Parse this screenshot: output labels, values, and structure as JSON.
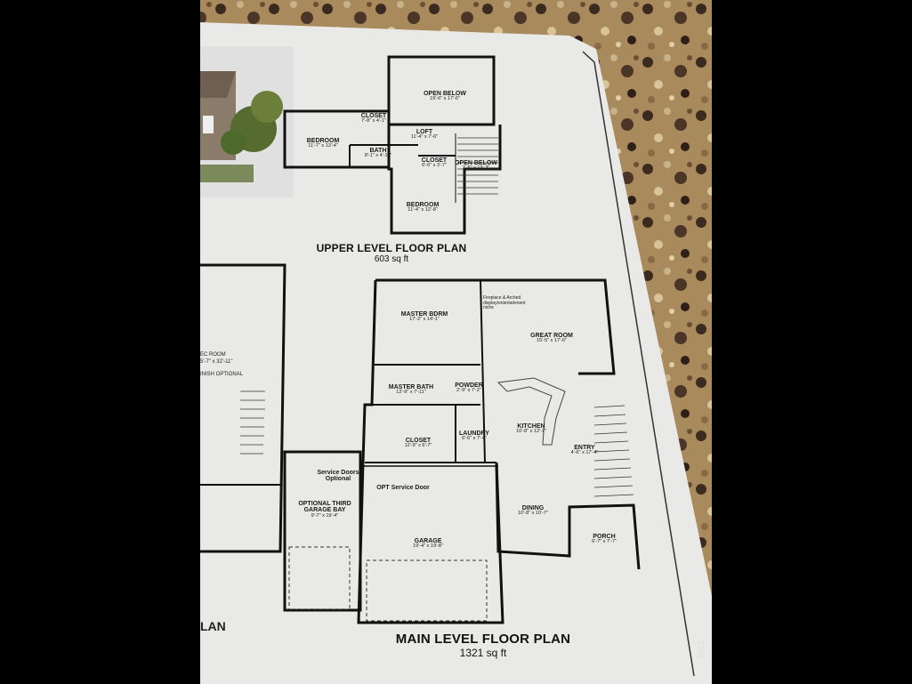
{
  "upper_plan": {
    "title": "UPPER LEVEL FLOOR PLAN",
    "sqft": "603 sq ft",
    "rooms": [
      {
        "name": "OPEN BELOW",
        "dims": "19'-6\" x 17'-6\""
      },
      {
        "name": "CLOSET",
        "dims": "7'-8\" x 4'-1\""
      },
      {
        "name": "LOFT",
        "dims": "11'-4\" x 7'-6\""
      },
      {
        "name": "BEDROOM",
        "dims": "11'-7\" x 13'-4\""
      },
      {
        "name": "BATH",
        "dims": "8'-1\" x 4'-11\""
      },
      {
        "name": "CLOSET",
        "dims": "6'-6\" x 3'-7\""
      },
      {
        "name": "OPEN BELOW",
        "dims": "7'-5\" x 13'-3\""
      },
      {
        "name": "BEDROOM",
        "dims": "11'-4\" x 12'-8\""
      }
    ]
  },
  "main_plan": {
    "title": "MAIN LEVEL FLOOR PLAN",
    "sqft": "1321 sq ft",
    "rooms": [
      {
        "name": "MASTER BDRM",
        "dims": "17'-2\" x 14'-1\""
      },
      {
        "name": "GREAT ROOM",
        "dims": "15'-5\" x 17'-6\""
      },
      {
        "name": "MASTER BATH",
        "dims": "12'-9\" x 7'-11\""
      },
      {
        "name": "POWDER",
        "dims": "2'-9\" x 7'-2\""
      },
      {
        "name": "KITCHEN",
        "dims": "10'-8\" x 12'-7\""
      },
      {
        "name": "LAUNDRY",
        "dims": "6'-6\" x 7'-4\""
      },
      {
        "name": "CLOSET",
        "dims": "12'-9\" x 6'-7\""
      },
      {
        "name": "ENTRY",
        "dims": "4'-6\" x 17'-4\""
      },
      {
        "name": "DINING",
        "dims": "10'-8\" x 10'-7\""
      },
      {
        "name": "OPTIONAL THIRD GARAGE BAY",
        "dims": "9'-7\" x 19'-4\""
      },
      {
        "name": "GARAGE",
        "dims": "19'-4\" x 19'-8\""
      },
      {
        "name": "PORCH",
        "dims": "6'-7\" x 7'-7\""
      }
    ],
    "notes": {
      "fireplace": "Fireplace & Arched display/entertainment niche",
      "service_doors": "Service Doors Optional",
      "opt_service_door": "OPT Service Door"
    }
  },
  "partial_plan": {
    "room_fragment": "EC ROOM",
    "dims_fragment": "5'-7\" x 32'-11\"",
    "finish_fragment": "INISH OPTIONAL",
    "title_fragment": "LAN"
  },
  "watermark": "IRES"
}
